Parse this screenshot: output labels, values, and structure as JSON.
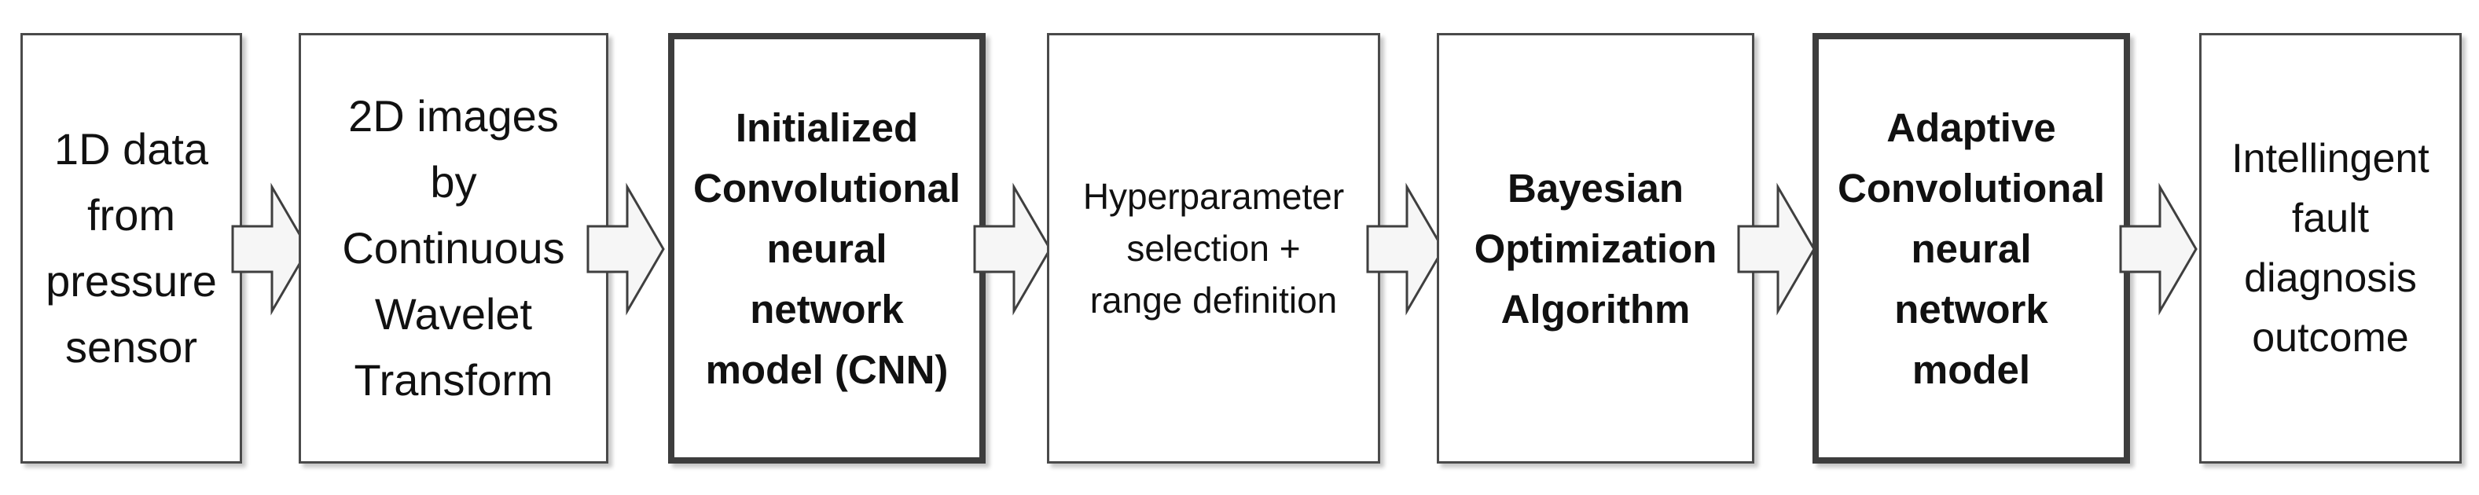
{
  "diagram": {
    "steps": [
      {
        "text": "1D data\nfrom\npressure\nsensor"
      },
      {
        "text": "2D images\nby\nContinuous\nWavelet\nTransform"
      },
      {
        "text": "Initialized\nConvolutional\nneural\nnetwork\nmodel (CNN)"
      },
      {
        "text": "Hyperparameter\nselection +\nrange definition"
      },
      {
        "text": "Bayesian\nOptimization\nAlgorithm"
      },
      {
        "text": "Adaptive\nConvolutional\nneural\nnetwork\nmodel"
      },
      {
        "text": "Intellingent\nfault\ndiagnosis\noutcome"
      }
    ]
  }
}
